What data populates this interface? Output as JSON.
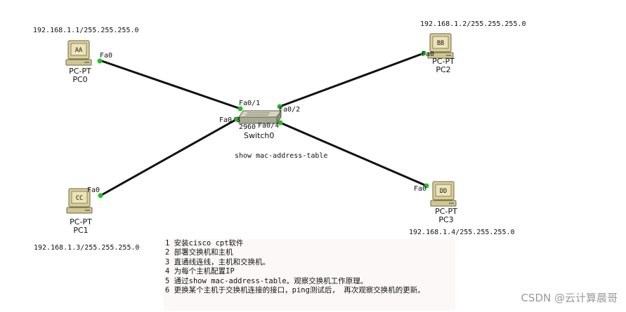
{
  "devices": {
    "pc0": {
      "ip": "192.168.1.1/255.255.255.0",
      "screen_text": "AA",
      "type": "PC-PT",
      "name": "PC0",
      "port": "Fa0"
    },
    "pc1": {
      "ip": "192.168.1.3/255.255.255.0",
      "screen_text": "CC",
      "type": "PC-PT",
      "name": "PC1",
      "port": "Fa0"
    },
    "pc2": {
      "ip": "192.168.1.2/255.255.255.0",
      "screen_text": "BB",
      "type": "PC-PT",
      "name": "PC2",
      "port": "Fa0"
    },
    "pc3": {
      "ip": "192.168.1.4/255.255.255.0",
      "screen_text": "DD",
      "type": "PC-PT",
      "name": "PC3",
      "port": "Fa0"
    },
    "switch0": {
      "model": "2960",
      "name": "Switch0",
      "ports": {
        "p1": "Fa0/1",
        "p2": "Fa0/2",
        "p3": "Fa0/3",
        "p4": "Fa0/4"
      }
    }
  },
  "annotation": "show mac-address-table",
  "notes": [
    "1 安装cisco cpt软件",
    "2 部署交换机和主机",
    "3 直通线连线，主机和交换机。",
    "4 为每个主机配置IP",
    "5 通过show  mac-address-table。观察交换机工作原理。",
    "6 更换某个主机于交换机连接的接口，ping测试后， 再次观察交换机的更新。"
  ],
  "watermark": "CSDN @云计算晨哥",
  "colors": {
    "link": "#111111",
    "link_up": "#22c022",
    "pc_body": "#d8cf9a",
    "pc_screen": "#ece4b8",
    "switch": "#bfbfaa"
  }
}
